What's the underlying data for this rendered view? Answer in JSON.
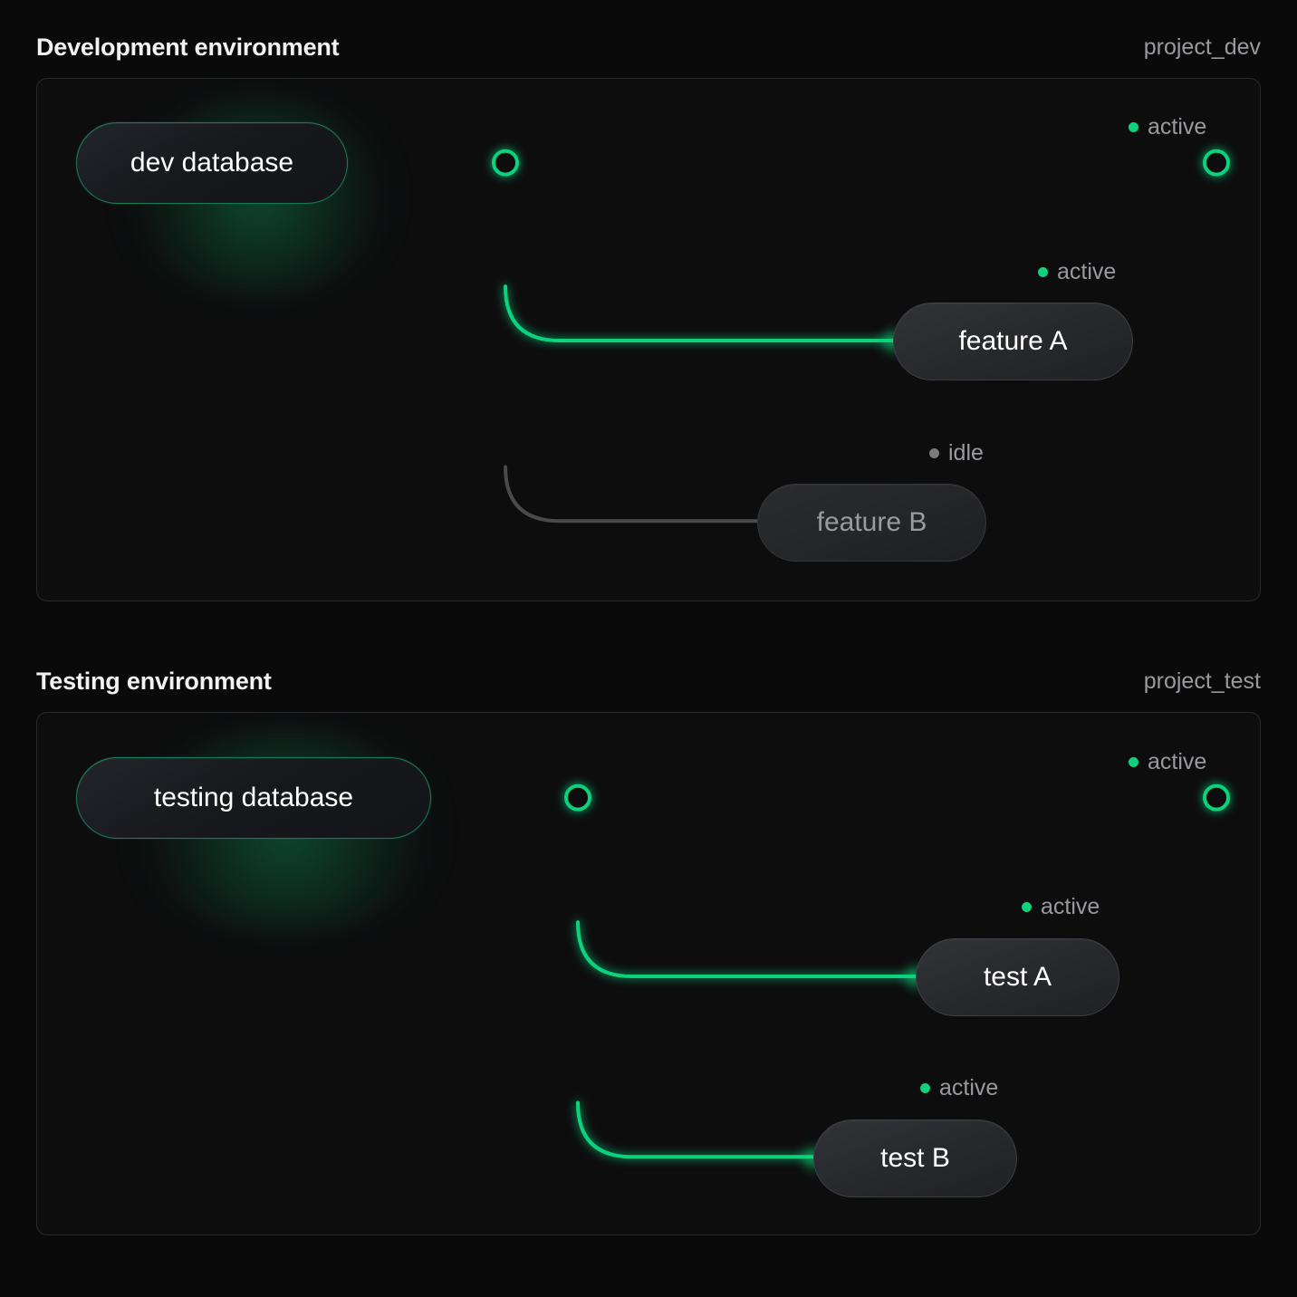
{
  "page": {
    "background": "#0a0a0a",
    "accent_green": "#10d27d",
    "idle_gray": "#7b7b7e"
  },
  "sections": [
    {
      "id": "dev",
      "title": "Development environment",
      "project": "project_dev",
      "database": {
        "label": "dev database",
        "status": "active"
      },
      "trunk_status": "active",
      "endpoint": {
        "status_label": "active",
        "status": "active"
      },
      "branches": [
        {
          "label": "feature A",
          "status_label": "active",
          "status": "active"
        },
        {
          "label": "feature B",
          "status_label": "idle",
          "status": "idle"
        }
      ]
    },
    {
      "id": "test",
      "title": "Testing environment",
      "project": "project_test",
      "database": {
        "label": "testing database",
        "status": "active"
      },
      "trunk_status": "active",
      "endpoint": {
        "status_label": "active",
        "status": "active"
      },
      "branches": [
        {
          "label": "test A",
          "status_label": "active",
          "status": "active"
        },
        {
          "label": "test B",
          "status_label": "active",
          "status": "active"
        }
      ]
    }
  ]
}
